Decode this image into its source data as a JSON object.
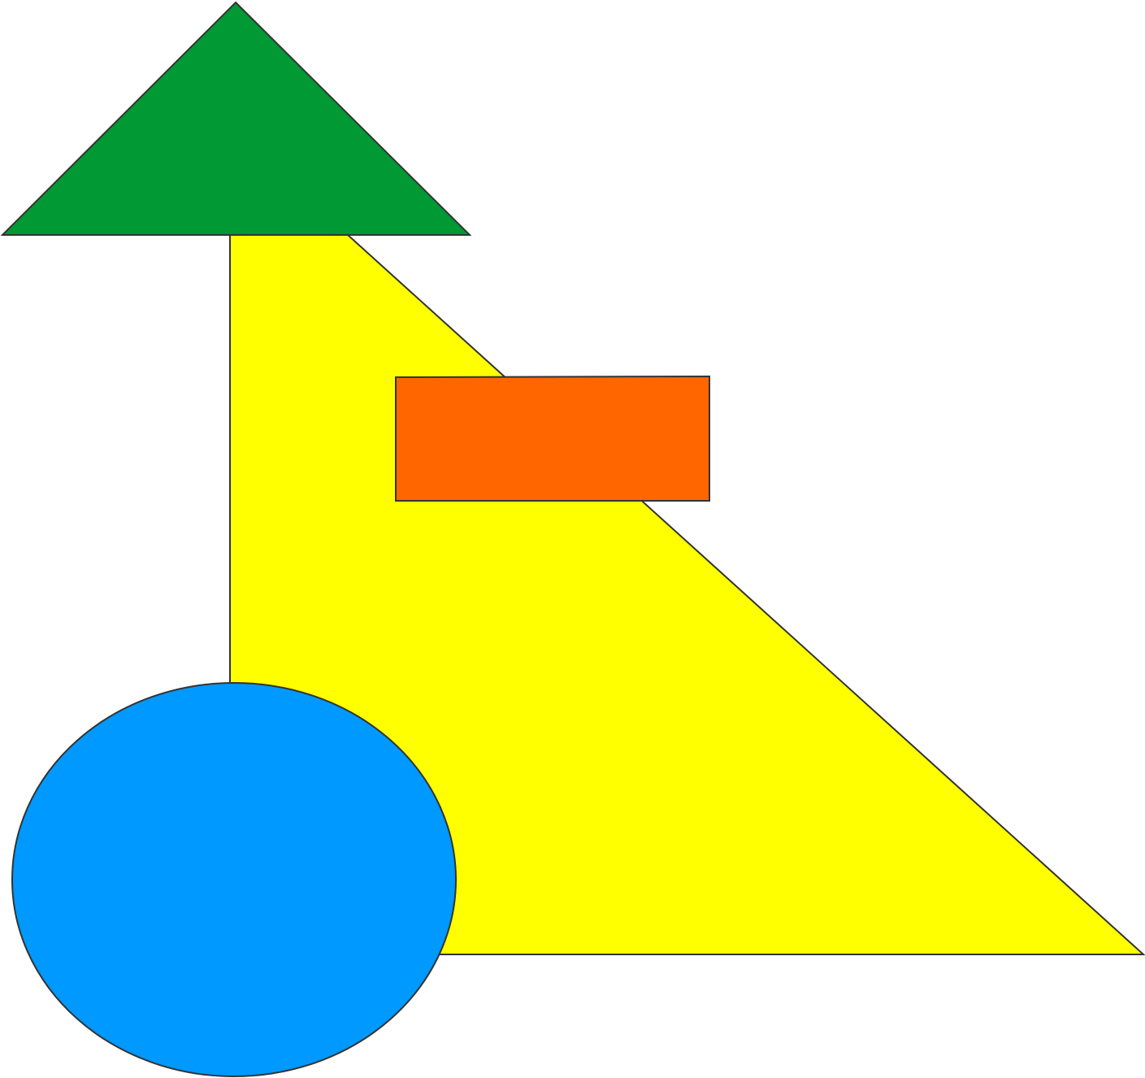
{
  "shapes": [
    {
      "name": "yellow-right-triangle",
      "kind": "triangle",
      "fill": "#FFFF00"
    },
    {
      "name": "orange-rectangle",
      "kind": "rectangle",
      "fill": "#FF6600"
    },
    {
      "name": "green-triangle",
      "kind": "triangle",
      "fill": "#009933"
    },
    {
      "name": "blue-ellipse",
      "kind": "ellipse",
      "fill": "#0099FF"
    }
  ],
  "stroke_color": "#333333"
}
